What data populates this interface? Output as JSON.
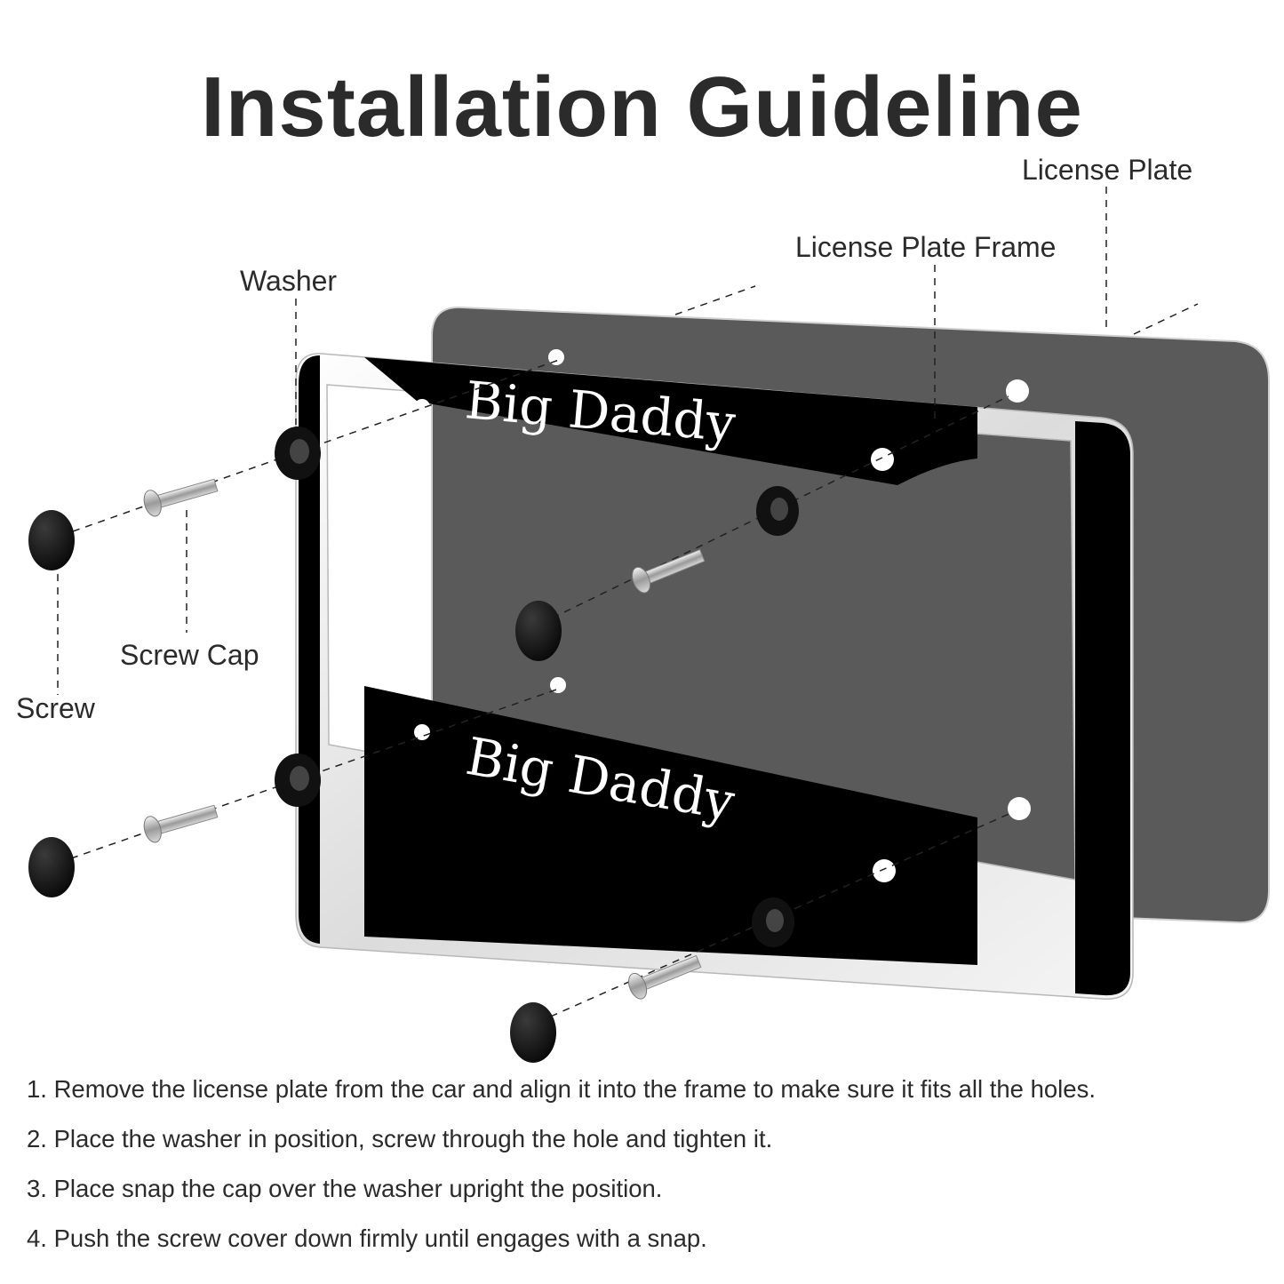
{
  "title": "Installation Guideline",
  "labels": {
    "license_plate": "License Plate",
    "license_plate_frame": "License Plate Frame",
    "washer": "Washer",
    "screw_cap": "Screw Cap",
    "screw": "Screw"
  },
  "frame_text": "Big Daddy",
  "steps": [
    "1. Remove the license plate from the car and align it into the frame to make sure it fits all the holes.",
    "2. Place the washer in position, screw through the hole and tighten it.",
    "3. Place snap the cap over the washer upright the position.",
    "4. Push the screw cover down firmly until engages with a snap."
  ],
  "colors": {
    "plate": "#5a5a5a",
    "frame": "#000000",
    "text": "#2b2b2b"
  }
}
